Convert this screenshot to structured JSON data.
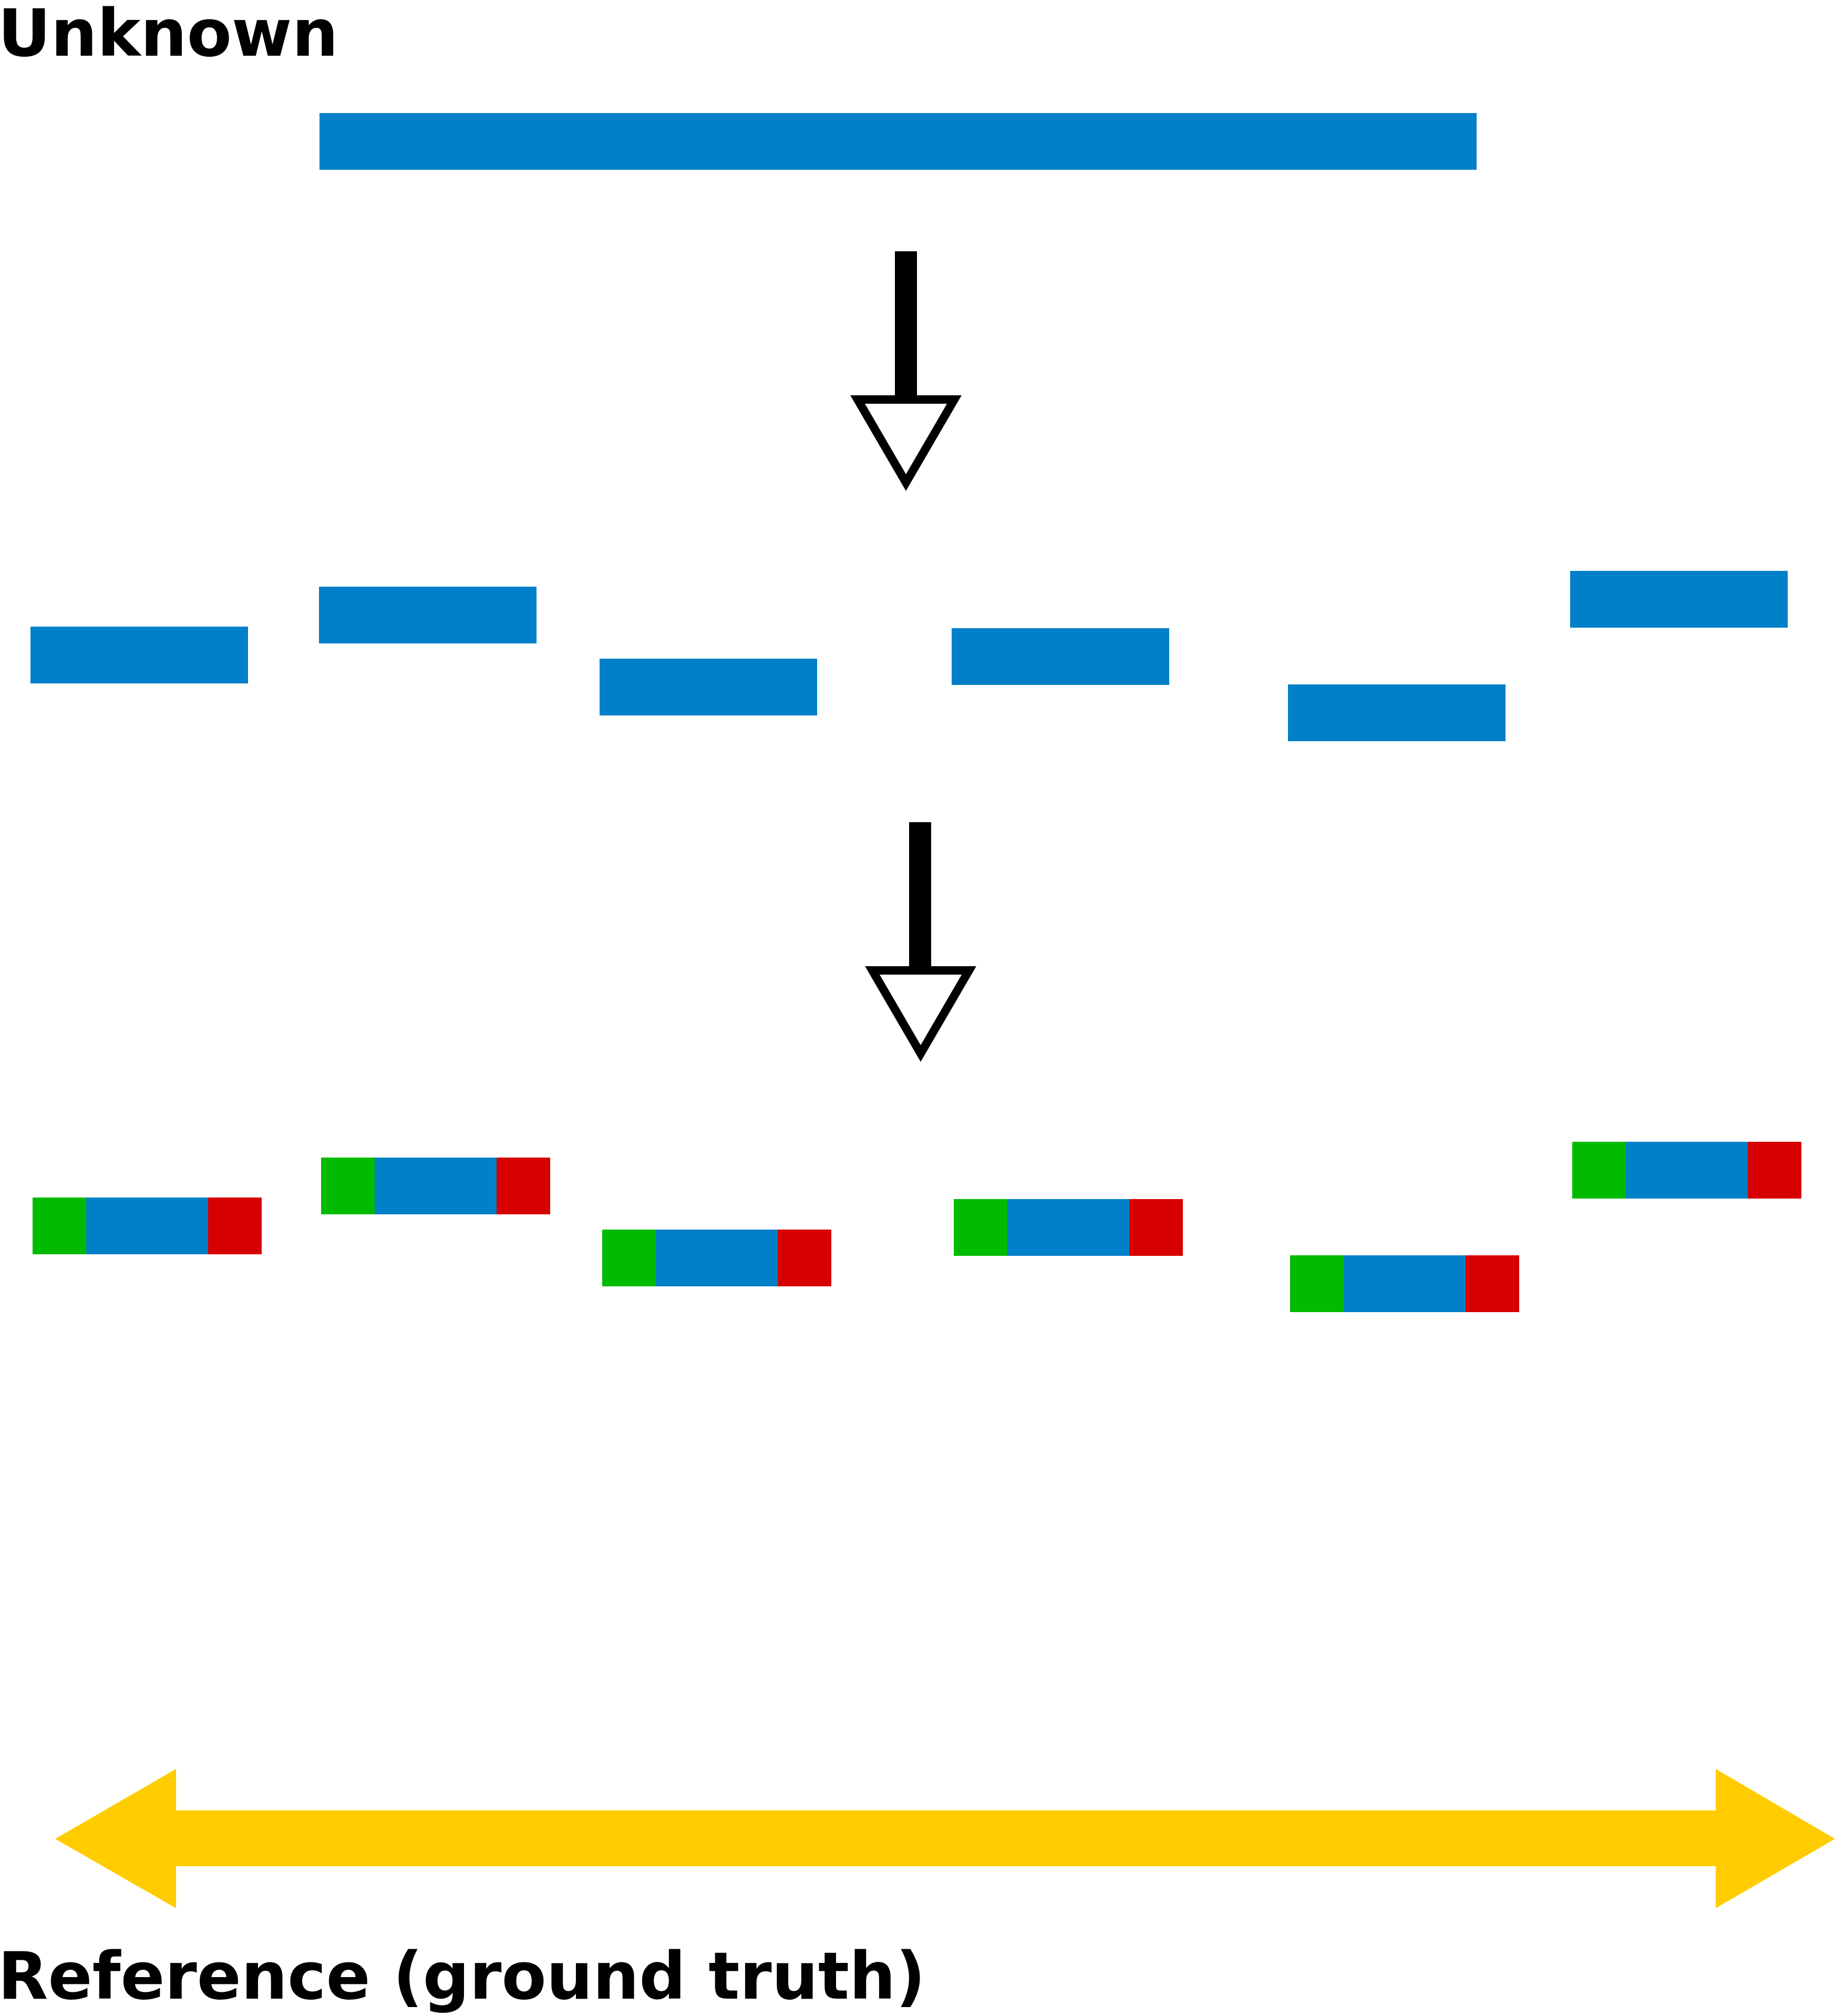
{
  "labels": {
    "top": "Unknown",
    "bottom": "Reference (ground truth)"
  },
  "colors": {
    "sequence": "#0080C8",
    "adapter_left": "#00BB00",
    "adapter_right": "#D60000",
    "arrow": "#000000",
    "reference": "#FFCC00"
  },
  "steps": {
    "fragment_count": 6,
    "adapters_per_fragment": 2
  }
}
